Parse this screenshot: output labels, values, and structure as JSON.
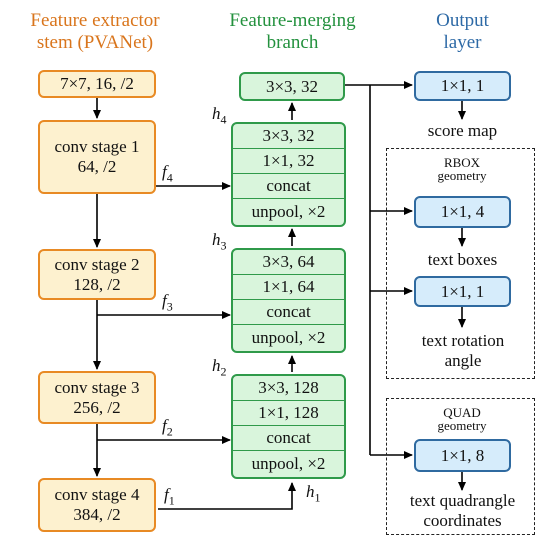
{
  "titles": {
    "stem": [
      "Feature extractor",
      "stem (PVANet)"
    ],
    "merge": [
      "Feature-merging",
      "branch"
    ],
    "output": [
      "Output",
      "layer"
    ]
  },
  "stem": {
    "input": "7×7, 16, /2",
    "stage1": [
      "conv stage 1",
      "64, /2"
    ],
    "stage2": [
      "conv stage 2",
      "128, /2"
    ],
    "stage3": [
      "conv stage 3",
      "256, /2"
    ],
    "stage4": [
      "conv stage 4",
      "384, /2"
    ]
  },
  "merge": {
    "top": "3×3, 32",
    "h4": [
      "3×3, 32",
      "1×1, 32",
      "concat",
      "unpool, ×2"
    ],
    "h3": [
      "3×3, 64",
      "1×1, 64",
      "concat",
      "unpool, ×2"
    ],
    "h2": [
      "3×3, 128",
      "1×1, 128",
      "concat",
      "unpool, ×2"
    ]
  },
  "labels": {
    "f4": "f",
    "f4sub": "4",
    "f3": "f",
    "f3sub": "3",
    "f2": "f",
    "f2sub": "2",
    "f1": "f",
    "f1sub": "1",
    "h4": "h",
    "h4sub": "4",
    "h3": "h",
    "h3sub": "3",
    "h2": "h",
    "h2sub": "2",
    "h1": "h",
    "h1sub": "1"
  },
  "output": {
    "score_box": "1×1, 1",
    "score_label": "score map",
    "rbox_title": [
      "RBOX",
      "geometry"
    ],
    "boxes_box": "1×1, 4",
    "boxes_label": "text boxes",
    "angle_box": "1×1, 1",
    "angle_label": [
      "text rotation",
      "angle"
    ],
    "quad_title": [
      "QUAD",
      "geometry"
    ],
    "quad_box": "1×1, 8",
    "quad_label": [
      "text quadrangle",
      "coordinates"
    ]
  },
  "colors": {
    "stem_border": "#e88a24",
    "stem_fill": "#fdf1cf",
    "merge_border": "#2f9a4a",
    "merge_fill": "#d9f5dc",
    "out_border": "#2f6aa0",
    "out_fill": "#d6ecfb"
  }
}
